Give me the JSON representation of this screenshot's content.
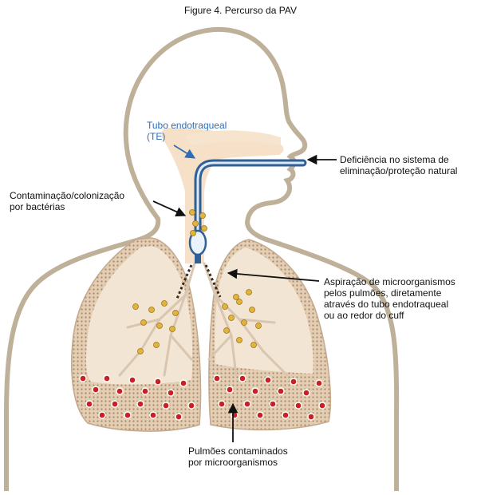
{
  "title": "Figure 4. Percurso da PAV",
  "labels": {
    "tube": "Tubo endotraqueal\n(TE)",
    "deficiency": "Deficiência no sistema de\neliminação/proteção natural",
    "contamination": "Contaminação/colonização\npor bactérias",
    "aspiration": "Aspiração de microorganismos\npelos pulmões, diretamente\natravés do tubo endotraqueal\nou ao redor do cuff",
    "lungs": "Pulmões contaminados\npor microorganismos"
  },
  "colors": {
    "outline": "#b8aa92",
    "airway": "#f5ddc2",
    "tube": "#2f5f95",
    "lung_fill": "#f3e5d4",
    "lung_base": "#d7b89a",
    "bacteria_yellow": "#e3b43a",
    "bacteria_red": "#cc1f1f",
    "label_blue": "#2f6eb5"
  }
}
